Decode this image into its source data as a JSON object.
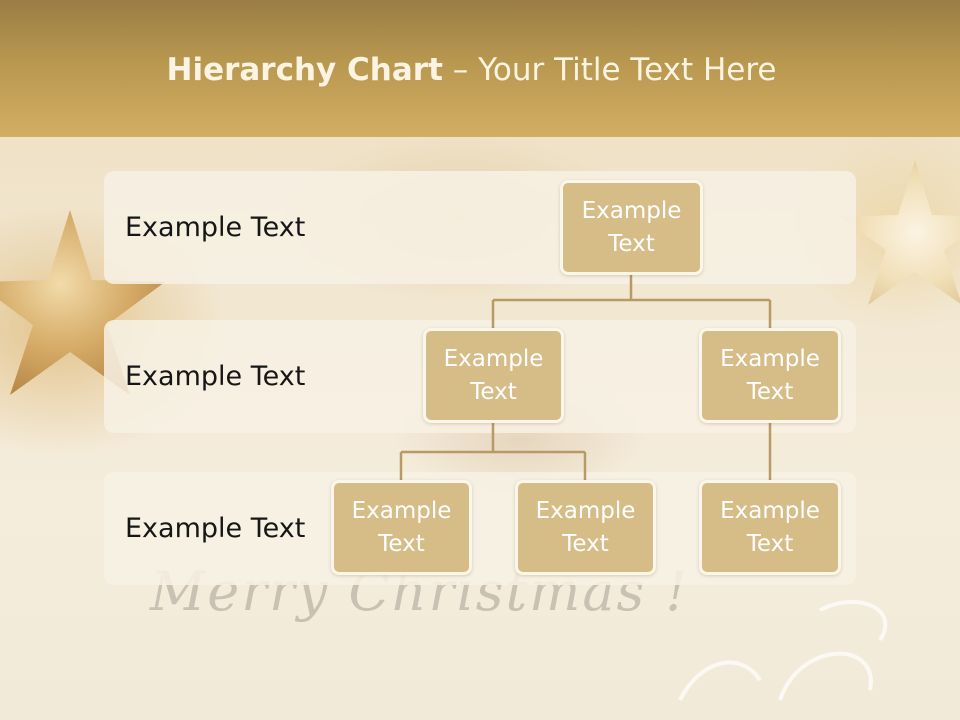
{
  "title": {
    "bold": "Hierarchy Chart",
    "rest": " – Your Title Text Here"
  },
  "background": {
    "script_text": "Merry Christmas !"
  },
  "levels": [
    {
      "label": "Example Text"
    },
    {
      "label": "Example Text"
    },
    {
      "label": "Example Text"
    }
  ],
  "nodes": {
    "root": {
      "line1": "Example",
      "line2": "Text"
    },
    "mid_left": {
      "line1": "Example",
      "line2": "Text"
    },
    "mid_right": {
      "line1": "Example",
      "line2": "Text"
    },
    "leaf_1": {
      "line1": "Example",
      "line2": "Text"
    },
    "leaf_2": {
      "line1": "Example",
      "line2": "Text"
    },
    "leaf_3": {
      "line1": "Example",
      "line2": "Text"
    }
  },
  "colors": {
    "title_band": "#b8974f",
    "node_fill": "#d6bd88",
    "connector": "#b89a66"
  }
}
